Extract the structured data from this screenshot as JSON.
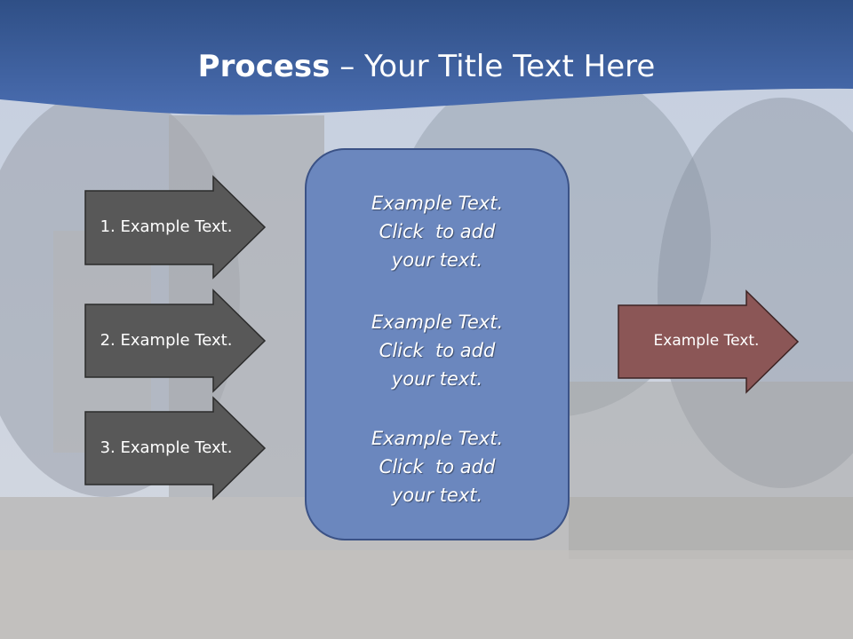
{
  "title": {
    "bold": "Process",
    "dash": " – ",
    "rest": "Your Title Text Here"
  },
  "left_arrows": [
    {
      "label": "1. Example Text."
    },
    {
      "label": "2. Example Text."
    },
    {
      "label": "3. Example Text."
    }
  ],
  "center_box": {
    "paragraphs": [
      {
        "line1": "Example Text.",
        "line2": "Click  to add",
        "line3": "your text."
      },
      {
        "line1": "Example Text.",
        "line2": "Click  to add",
        "line3": "your text."
      },
      {
        "line1": "Example Text.",
        "line2": "Click  to add",
        "line3": "your text."
      }
    ]
  },
  "right_arrow": {
    "label": "Example Text."
  },
  "colors": {
    "header_blue": "#3a5d98",
    "box_blue": "#6b87be",
    "arrow_gray": "#585858",
    "arrow_red": "#8b5656"
  }
}
